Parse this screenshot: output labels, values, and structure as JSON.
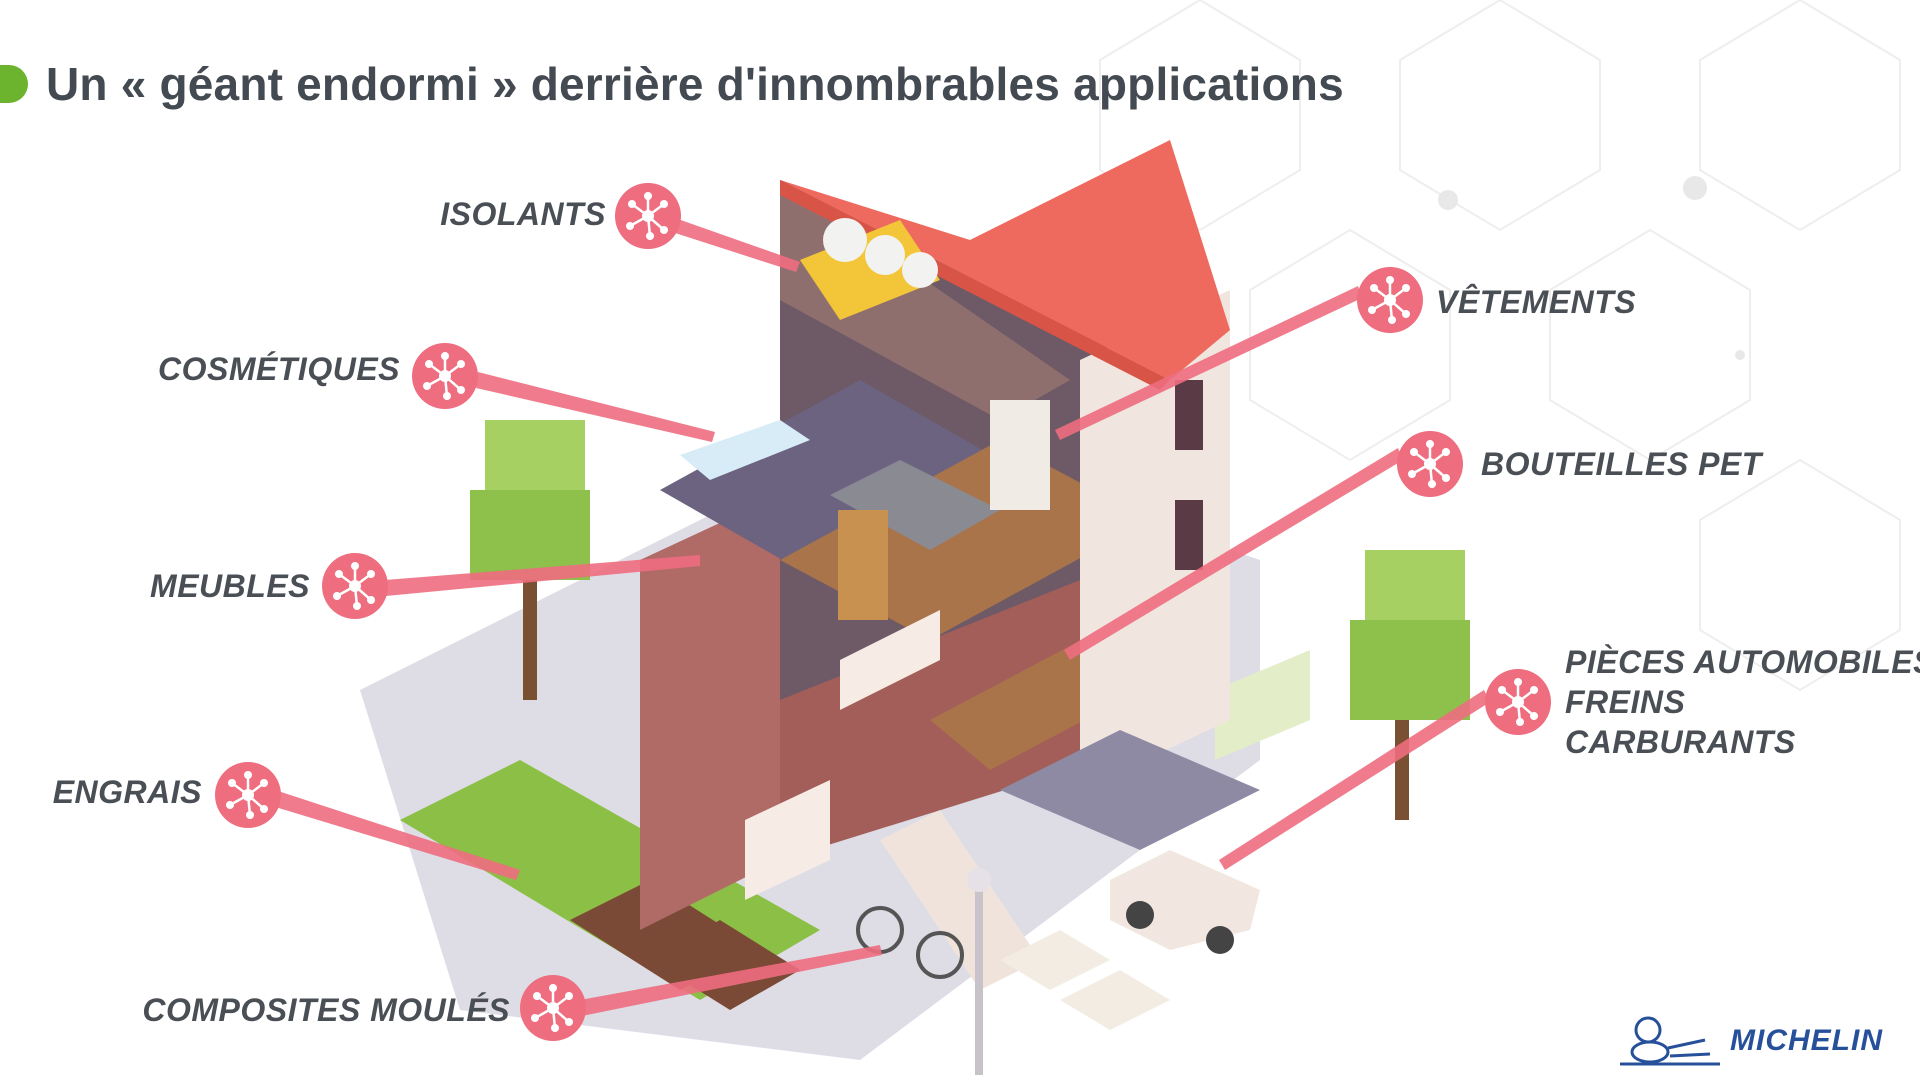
{
  "title": "Un « géant endormi » derrière d'innombrables applications",
  "colors": {
    "accent_green": "#6cb32e",
    "pink": "#ee6d7f",
    "roof": "#ef6a5e",
    "brand_blue": "#27509b"
  },
  "labels": {
    "isolants": "ISOLANTS",
    "cosmetiques": "COSMÉTIQUES",
    "meubles": "MEUBLES",
    "engrais": "ENGRAIS",
    "composites": "COMPOSITES MOULÉS",
    "vetements": "VÊTEMENTS",
    "bouteilles": "BOUTEILLES PET",
    "pieces": "PIÈCES AUTOMOBILES",
    "freins": "FREINS",
    "carburants": "CARBURANTS"
  },
  "icons": {
    "node": "molecule-network-icon",
    "logo": "michelin-bibendum-logo"
  },
  "brand": "MICHELIN"
}
